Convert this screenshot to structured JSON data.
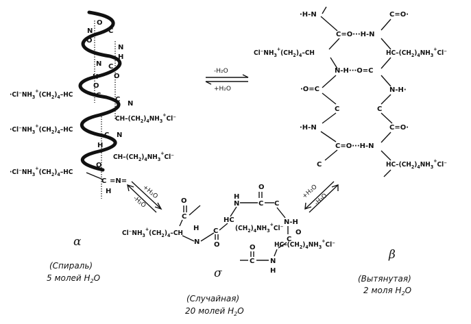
{
  "forms": {
    "alpha": {
      "symbol": "α",
      "name": "(Спираль)",
      "water": "5 молей H",
      "water_sub": "2",
      "water_tail": "O"
    },
    "sigma": {
      "symbol": "σ",
      "name": "(Случайная)",
      "water": "20 молей H",
      "water_sub": "2",
      "water_tail": "O"
    },
    "beta": {
      "symbol": "β",
      "name": "(Вытянутая)",
      "water": "2 моля H",
      "water_sub": "2",
      "water_tail": "O"
    }
  },
  "arrows": {
    "alpha_beta": {
      "top": "-H₂O",
      "bottom": "+H₂O"
    },
    "alpha_sigma": {
      "top": "+H₂O",
      "bottom": "-H₂O"
    },
    "beta_sigma": {
      "top": "+H₂O",
      "bottom": "-H₂O"
    }
  },
  "side_chains": {
    "left": "Cl⁻NH₃⁺(CH₂)₄–",
    "right": "–(CH₂)₄NH₃⁺Cl⁻"
  },
  "atoms": {
    "C": "C",
    "N": "N",
    "H": "H",
    "O": "O",
    "HC": "HC",
    "CH": "CH",
    "NH": "N-H"
  }
}
